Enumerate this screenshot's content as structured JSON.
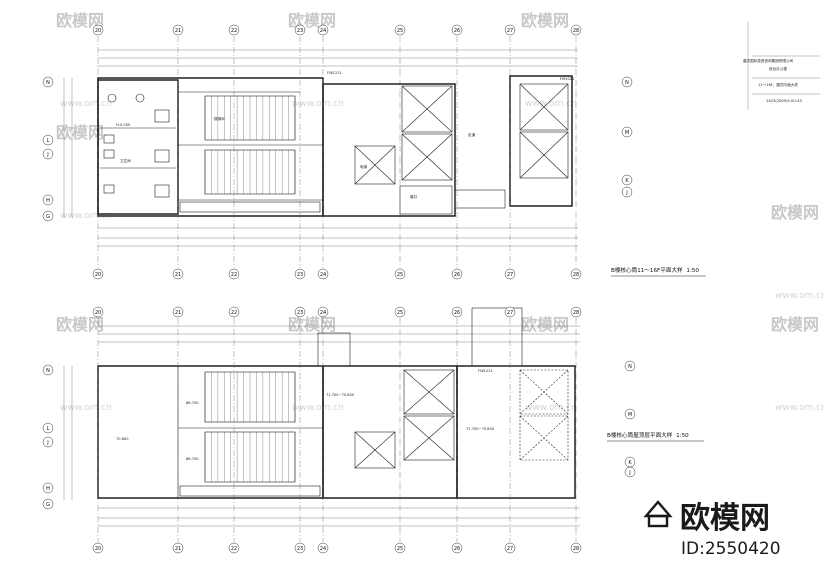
{
  "drawing": {
    "plan_top_title": "B楼核心筒11～16F平面大样",
    "plan_top_scale": "1:50",
    "plan_bottom_title": "B楼核心筒屋顶层平面大样",
    "plan_bottom_scale": "1:50"
  },
  "column_axes": [
    "20",
    "21",
    "22",
    "23",
    "24",
    "25",
    "26",
    "27",
    "28"
  ],
  "row_axes_top": [
    "N",
    "L",
    "J",
    "H",
    "G"
  ],
  "row_axes_right_top": [
    "N",
    "M",
    "K",
    "J"
  ],
  "row_axes_right_bottom": [
    "N",
    "M",
    "K",
    "J"
  ],
  "title_block": {
    "company": "重庆国际投资咨询集团有限公司",
    "project": "综合办公楼",
    "sheet": "11～16F、屋顶平面大样",
    "code": "2423(2009)5-0U-43"
  },
  "watermark": {
    "brand": "欧模网",
    "site": "www.om.cn",
    "id_text": "ID:2550420"
  },
  "labels": {
    "fw_a": "FW1221",
    "fw_b": "FM1021",
    "fw_c": "FW1221",
    "elev_a": "H-0.050",
    "elev_b": "66.750",
    "elev_c": "70.800",
    "elev_d": "71.700~70.800",
    "stair_word": "楼梯间",
    "elevator_word": "电梯",
    "wc_word": "卫生间",
    "shaft_word": "管井",
    "corridor_word": "走道"
  }
}
